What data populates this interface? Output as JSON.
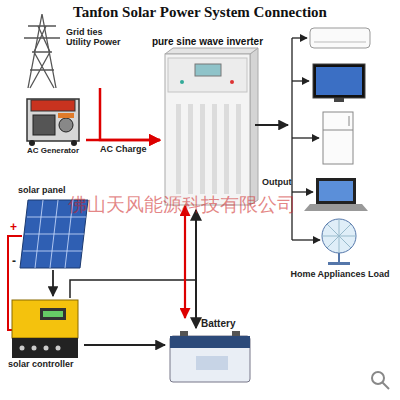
{
  "diagram": {
    "title": "Tanfon Solar Power System Connection",
    "nodes": [
      {
        "text": [
          "Grid ties Utility Power"
        ]
      },
      {
        "text": [
          "AC Generator"
        ]
      },
      {
        "text": [
          "pure sine wave inverter"
        ]
      },
      {
        "text": [
          "Home Appliances Load"
        ]
      },
      {
        "text": [
          "solar panel"
        ]
      },
      {
        "text": [
          "solar controller"
        ]
      },
      {
        "text": [
          "Battery"
        ]
      }
    ],
    "edges": [
      {
        "from": 0,
        "to": 2,
        "arrow": "to"
      },
      {
        "from": 1,
        "to": 2,
        "label": "AC Charge",
        "arrow": "to"
      },
      {
        "from": 2,
        "to": 3,
        "label": "Output",
        "arrow": "to"
      },
      {
        "from": 4,
        "to": 5,
        "arrow": "to"
      },
      {
        "from": 5,
        "to": 6,
        "arrow": "to"
      },
      {
        "from": 6,
        "to": 2,
        "arrow": "both"
      }
    ],
    "labels": [
      "佛山天风能源科技有限公司",
      "+",
      "-"
    ]
  }
}
